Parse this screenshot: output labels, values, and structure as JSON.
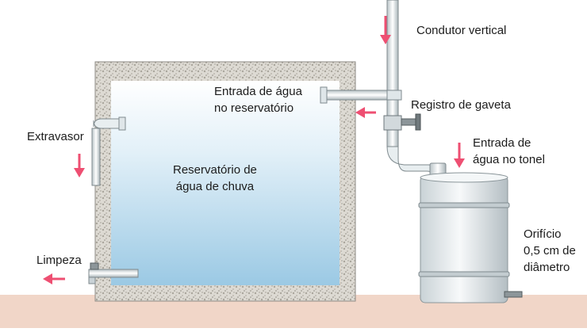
{
  "labels": {
    "condutor_vertical": "Condutor vertical",
    "entrada_reservatorio": [
      "Entrada de água",
      "no reservatório"
    ],
    "registro_gaveta": "Registro de gaveta",
    "extravasor": "Extravasor",
    "reservatorio": [
      "Reservatório de",
      "água de chuva"
    ],
    "entrada_tonel": [
      "Entrada de",
      "água no tonel"
    ],
    "limpeza": "Limpeza",
    "orificio": [
      "Orifício",
      "0,5 cm de",
      "diâmetro"
    ]
  },
  "colors": {
    "arrow": "#ee4f72",
    "ground": "#f1d6c8",
    "wall": "#d6d3cc",
    "water_top": "#ffffff",
    "water_bottom": "#9bc9e4",
    "pipe": "#e8eef0",
    "pipe_stroke": "#7f8a8e",
    "barrel": "#e9eef0"
  }
}
